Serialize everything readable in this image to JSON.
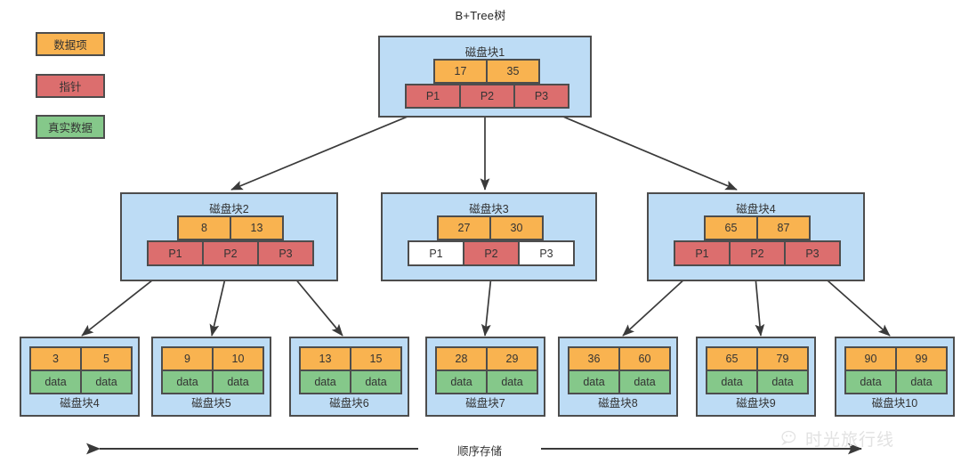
{
  "title": "B+Tree树",
  "legend": [
    {
      "label": "数据项",
      "color": "#f9b350"
    },
    {
      "label": "指针",
      "color": "#dc6e6e"
    },
    {
      "label": "真实数据",
      "color": "#85c88a"
    }
  ],
  "colors": {
    "node_fill": "#bddcf5",
    "key_fill": "#f9b350",
    "pointer_fill": "#dc6e6e",
    "data_fill": "#85c88a",
    "empty_fill": "#ffffff",
    "stroke": "#4d4d4d",
    "text": "#333333",
    "watermark": "#e2e2e2"
  },
  "root": {
    "label": "磁盘块1",
    "keys": [
      "17",
      "35"
    ],
    "pointers": [
      {
        "label": "P1",
        "filled": true
      },
      {
        "label": "P2",
        "filled": true
      },
      {
        "label": "P3",
        "filled": true
      }
    ]
  },
  "internal": [
    {
      "label": "磁盘块2",
      "keys": [
        "8",
        "13"
      ],
      "pointers": [
        {
          "label": "P1",
          "filled": true
        },
        {
          "label": "P2",
          "filled": true
        },
        {
          "label": "P3",
          "filled": true
        }
      ]
    },
    {
      "label": "磁盘块3",
      "keys": [
        "27",
        "30"
      ],
      "pointers": [
        {
          "label": "P1",
          "filled": false
        },
        {
          "label": "P2",
          "filled": true
        },
        {
          "label": "P3",
          "filled": false
        }
      ]
    },
    {
      "label": "磁盘块4",
      "keys": [
        "65",
        "87"
      ],
      "pointers": [
        {
          "label": "P1",
          "filled": true
        },
        {
          "label": "P2",
          "filled": true
        },
        {
          "label": "P3",
          "filled": true
        }
      ]
    }
  ],
  "leaves": [
    {
      "label": "磁盘块4",
      "keys": [
        "3",
        "5"
      ],
      "data": [
        "data",
        "data"
      ]
    },
    {
      "label": "磁盘块5",
      "keys": [
        "9",
        "10"
      ],
      "data": [
        "data",
        "data"
      ]
    },
    {
      "label": "磁盘块6",
      "keys": [
        "13",
        "15"
      ],
      "data": [
        "data",
        "data"
      ]
    },
    {
      "label": "磁盘块7",
      "keys": [
        "28",
        "29"
      ],
      "data": [
        "data",
        "data"
      ]
    },
    {
      "label": "磁盘块8",
      "keys": [
        "36",
        "60"
      ],
      "data": [
        "data",
        "data"
      ]
    },
    {
      "label": "磁盘块9",
      "keys": [
        "65",
        "79"
      ],
      "data": [
        "data",
        "data"
      ]
    },
    {
      "label": "磁盘块10",
      "keys": [
        "90",
        "99"
      ],
      "data": [
        "data",
        "data"
      ]
    }
  ],
  "sequential_axis": {
    "label": "顺序存储"
  },
  "watermark": {
    "text": "时光旅行线"
  }
}
